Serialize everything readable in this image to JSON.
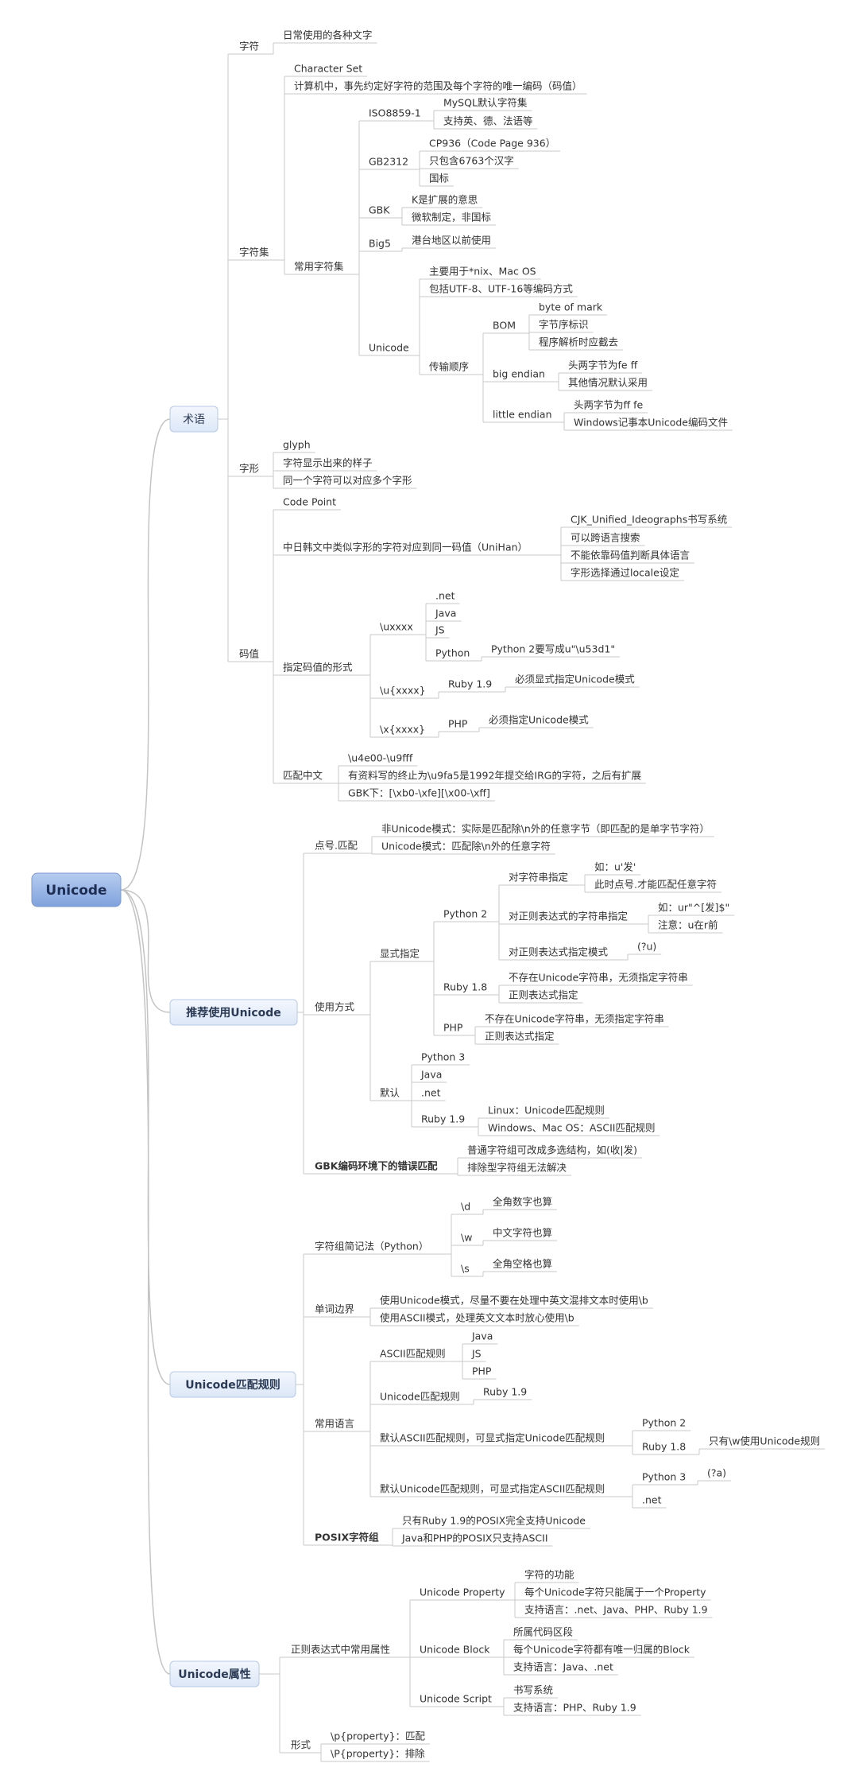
{
  "root": "Unicode",
  "children": [
    {
      "text": "术语",
      "children": [
        {
          "text": "字符",
          "children": [
            {
              "text": "日常使用的各种文字"
            }
          ]
        },
        {
          "text": "字符集",
          "children": [
            {
              "text": "Character Set"
            },
            {
              "text": "计算机中，事先约定好字符的范围及每个字符的唯一编码（码值）"
            },
            {
              "text": "常用字符集",
              "children": [
                {
                  "text": "ISO8859-1",
                  "children": [
                    {
                      "text": "MySQL默认字符集"
                    },
                    {
                      "text": "支持英、德、法语等"
                    }
                  ]
                },
                {
                  "text": "GB2312",
                  "children": [
                    {
                      "text": "CP936（Code Page 936）"
                    },
                    {
                      "text": "只包含6763个汉字"
                    },
                    {
                      "text": "国标"
                    }
                  ]
                },
                {
                  "text": "GBK",
                  "children": [
                    {
                      "text": "K是扩展的意思"
                    },
                    {
                      "text": "微软制定，非国标"
                    }
                  ]
                },
                {
                  "text": "Big5",
                  "children": [
                    {
                      "text": "港台地区以前使用"
                    }
                  ]
                },
                {
                  "text": "Unicode",
                  "children": [
                    {
                      "text": "主要用于*nix、Mac OS"
                    },
                    {
                      "text": "包括UTF-8、UTF-16等编码方式"
                    },
                    {
                      "text": "传输顺序",
                      "children": [
                        {
                          "text": "BOM",
                          "children": [
                            {
                              "text": "byte of mark"
                            },
                            {
                              "text": "字节序标识"
                            },
                            {
                              "text": "程序解析时应截去"
                            }
                          ]
                        },
                        {
                          "text": "big endian",
                          "children": [
                            {
                              "text": "头两字节为fe ff"
                            },
                            {
                              "text": "其他情况默认采用"
                            }
                          ]
                        },
                        {
                          "text": "little endian",
                          "children": [
                            {
                              "text": "头两字节为ff fe"
                            },
                            {
                              "text": "Windows记事本Unicode编码文件"
                            }
                          ]
                        }
                      ]
                    }
                  ]
                }
              ]
            }
          ]
        },
        {
          "text": "字形",
          "children": [
            {
              "text": "glyph"
            },
            {
              "text": "字符显示出来的样子"
            },
            {
              "text": "同一个字符可以对应多个字形"
            }
          ]
        },
        {
          "text": "码值",
          "children": [
            {
              "text": "Code Point"
            },
            {
              "text": "中日韩文中类似字形的字符对应到同一码值（UniHan）",
              "children": [
                {
                  "text": "CJK_Unified_Ideographs书写系统"
                },
                {
                  "text": "可以跨语言搜索"
                },
                {
                  "text": "不能依靠码值判断具体语言"
                },
                {
                  "text": "字形选择通过locale设定"
                }
              ]
            },
            {
              "text": "指定码值的形式",
              "children": [
                {
                  "text": "\\uxxxx",
                  "children": [
                    {
                      "text": ".net"
                    },
                    {
                      "text": "Java"
                    },
                    {
                      "text": "JS"
                    },
                    {
                      "text": "Python",
                      "children": [
                        {
                          "text": "Python 2要写成u\"\\u53d1\""
                        }
                      ]
                    }
                  ]
                },
                {
                  "text": "\\u{xxxx}",
                  "children": [
                    {
                      "text": "Ruby 1.9",
                      "children": [
                        {
                          "text": "必须显式指定Unicode模式"
                        }
                      ]
                    }
                  ]
                },
                {
                  "text": "\\x{xxxx}",
                  "children": [
                    {
                      "text": "PHP",
                      "children": [
                        {
                          "text": "必须指定Unicode模式"
                        }
                      ]
                    }
                  ]
                }
              ]
            },
            {
              "text": "匹配中文",
              "children": [
                {
                  "text": "\\u4e00-\\u9fff"
                },
                {
                  "text": "有资料写的终止为\\u9fa5是1992年提交给IRG的字符，之后有扩展"
                },
                {
                  "text": "GBK下：[\\xb0-\\xfe][\\x00-\\xff]"
                }
              ]
            }
          ]
        }
      ]
    },
    {
      "text": "推荐使用Unicode",
      "children": [
        {
          "text": "点号.匹配",
          "children": [
            {
              "text": "非Unicode模式：实际是匹配除\\n外的任意字节（即匹配的是单字节字符）"
            },
            {
              "text": "Unicode模式：匹配除\\n外的任意字符"
            }
          ]
        },
        {
          "text": "使用方式",
          "children": [
            {
              "text": "显式指定",
              "children": [
                {
                  "text": "Python 2",
                  "children": [
                    {
                      "text": "对字符串指定",
                      "children": [
                        {
                          "text": "如：u'发'"
                        },
                        {
                          "text": "此时点号.才能匹配任意字符"
                        }
                      ]
                    },
                    {
                      "text": "对正则表达式的字符串指定",
                      "children": [
                        {
                          "text": "如：ur\"^[发]$\""
                        },
                        {
                          "text": "注意：u在r前"
                        }
                      ]
                    },
                    {
                      "text": "对正则表达式指定模式",
                      "children": [
                        {
                          "text": "(?u)"
                        }
                      ]
                    }
                  ]
                },
                {
                  "text": "Ruby 1.8",
                  "children": [
                    {
                      "text": "不存在Unicode字符串，无须指定字符串"
                    },
                    {
                      "text": "正则表达式指定"
                    }
                  ]
                },
                {
                  "text": "PHP",
                  "children": [
                    {
                      "text": "不存在Unicode字符串，无须指定字符串"
                    },
                    {
                      "text": "正则表达式指定"
                    }
                  ]
                }
              ]
            },
            {
              "text": "默认",
              "children": [
                {
                  "text": "Python 3"
                },
                {
                  "text": "Java"
                },
                {
                  "text": ".net"
                },
                {
                  "text": "Ruby 1.9",
                  "children": [
                    {
                      "text": "Linux：Unicode匹配规则"
                    },
                    {
                      "text": "Windows、Mac OS：ASCII匹配规则"
                    }
                  ]
                }
              ]
            }
          ]
        },
        {
          "text": "GBK编码环境下的错误匹配",
          "children": [
            {
              "text": "普通字符组可改成多选结构，如(收|发)"
            },
            {
              "text": "排除型字符组无法解决"
            }
          ]
        }
      ]
    },
    {
      "text": "Unicode匹配规则",
      "children": [
        {
          "text": "字符组简记法（Python）",
          "children": [
            {
              "text": "\\d",
              "children": [
                {
                  "text": "全角数字也算"
                }
              ]
            },
            {
              "text": "\\w",
              "children": [
                {
                  "text": "中文字符也算"
                }
              ]
            },
            {
              "text": "\\s",
              "children": [
                {
                  "text": "全角空格也算"
                }
              ]
            }
          ]
        },
        {
          "text": "单词边界",
          "children": [
            {
              "text": "使用Unicode模式，尽量不要在处理中英文混排文本时使用\\b"
            },
            {
              "text": "使用ASCII模式，处理英文文本时放心使用\\b"
            }
          ]
        },
        {
          "text": "常用语言",
          "children": [
            {
              "text": "ASCII匹配规则",
              "children": [
                {
                  "text": "Java"
                },
                {
                  "text": "JS"
                },
                {
                  "text": "PHP"
                }
              ]
            },
            {
              "text": "Unicode匹配规则",
              "children": [
                {
                  "text": "Ruby 1.9"
                }
              ]
            },
            {
              "text": "默认ASCII匹配规则，可显式指定Unicode匹配规则",
              "children": [
                {
                  "text": "Python 2"
                },
                {
                  "text": "Ruby 1.8",
                  "children": [
                    {
                      "text": "只有\\w使用Unicode规则"
                    }
                  ]
                }
              ]
            },
            {
              "text": "默认Unicode匹配规则，可显式指定ASCII匹配规则",
              "children": [
                {
                  "text": "Python 3",
                  "children": [
                    {
                      "text": "(?a)"
                    }
                  ]
                },
                {
                  "text": ".net"
                }
              ]
            }
          ]
        },
        {
          "text": "POSIX字符组",
          "children": [
            {
              "text": "只有Ruby 1.9的POSIX完全支持Unicode"
            },
            {
              "text": "Java和PHP的POSIX只支持ASCII"
            }
          ]
        }
      ]
    },
    {
      "text": "Unicode属性",
      "children": [
        {
          "text": "正则表达式中常用属性",
          "children": [
            {
              "text": "Unicode Property",
              "children": [
                {
                  "text": "字符的功能"
                },
                {
                  "text": "每个Unicode字符只能属于一个Property"
                },
                {
                  "text": "支持语言：.net、Java、PHP、Ruby 1.9"
                }
              ]
            },
            {
              "text": "Unicode Block",
              "children": [
                {
                  "text": "所属代码区段"
                },
                {
                  "text": "每个Unicode字符都有唯一归属的Block"
                },
                {
                  "text": "支持语言：Java、.net"
                }
              ]
            },
            {
              "text": "Unicode Script",
              "children": [
                {
                  "text": "书写系统"
                },
                {
                  "text": "支持语言：PHP、Ruby 1.9"
                }
              ]
            }
          ]
        },
        {
          "text": "形式",
          "children": [
            {
              "text": "\\p{property}：匹配"
            },
            {
              "text": "\\P{property}：排除"
            }
          ]
        }
      ]
    }
  ]
}
